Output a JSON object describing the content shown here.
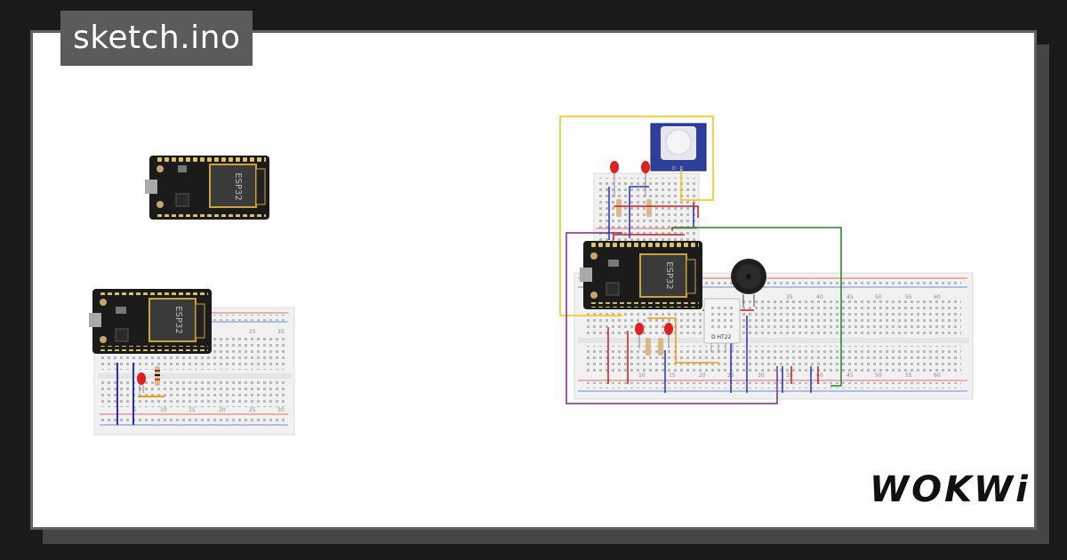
{
  "title": "sketch.ino",
  "brand": "WOKWi",
  "chip_label": "ESP32",
  "sensor_label": "D HT22",
  "pir_label": "D · D",
  "breadboard_small": {
    "top_numbers": [
      "25",
      "30"
    ],
    "bottom_numbers": [
      "5",
      "10",
      "15",
      "20",
      "25",
      "30"
    ]
  },
  "breadboard_large": {
    "top_numbers": [
      "35",
      "40",
      "45",
      "50",
      "55",
      "60"
    ],
    "bottom_numbers": [
      "10",
      "15",
      "20",
      "25",
      "30",
      "35",
      "40",
      "45",
      "50",
      "55",
      "60"
    ]
  },
  "colors": {
    "wire_yellow": "#f2c400",
    "wire_purple": "#7d2a8e",
    "wire_green": "#1a8a1a",
    "wire_blue": "#1f2fd6",
    "wire_red": "#d11c1c",
    "wire_orange": "#f09a0c"
  }
}
